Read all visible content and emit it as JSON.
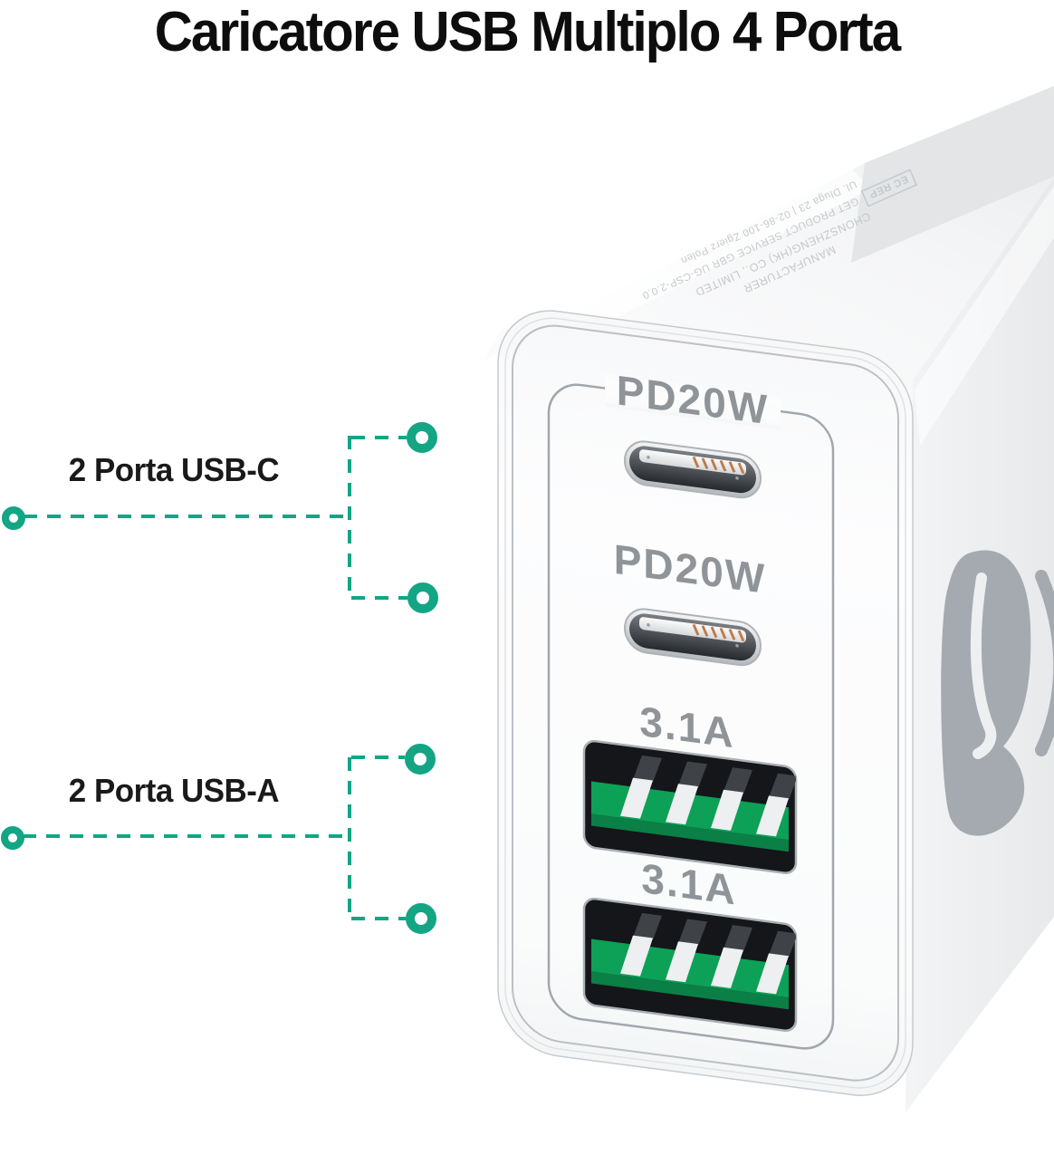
{
  "title": "Caricatore USB Multiplo 4 Porta",
  "accent_color": "#13A584",
  "callouts": {
    "usb_c": {
      "label": "2 Porta USB-C"
    },
    "usb_a": {
      "label": "2 Porta USB-A"
    }
  },
  "charger": {
    "ports": [
      {
        "type": "usb-c",
        "label": "PD20W"
      },
      {
        "type": "usb-c",
        "label": "PD20W"
      },
      {
        "type": "usb-a",
        "label": "3.1A"
      },
      {
        "type": "usb-a",
        "label": "3.1A"
      }
    ],
    "engraving": {
      "manufacturer": "MANUFACTURER",
      "company": "CHONSZHENG(HK) CO., LIMITED",
      "ec_rep": "EC REP",
      "service": "GET PRODUCT SERVICE GBR UG-CSP-2.0.0",
      "address": "Ul. Dluga 23 | 02-86-100 Zgierz Polen"
    },
    "colors": {
      "usb_a_tongue_green": "#0DA057",
      "usb_c_pin_copper": "#BE7B4A",
      "port_label_gray": "#8F9499",
      "logo_gray": "#A5AAB0"
    }
  }
}
